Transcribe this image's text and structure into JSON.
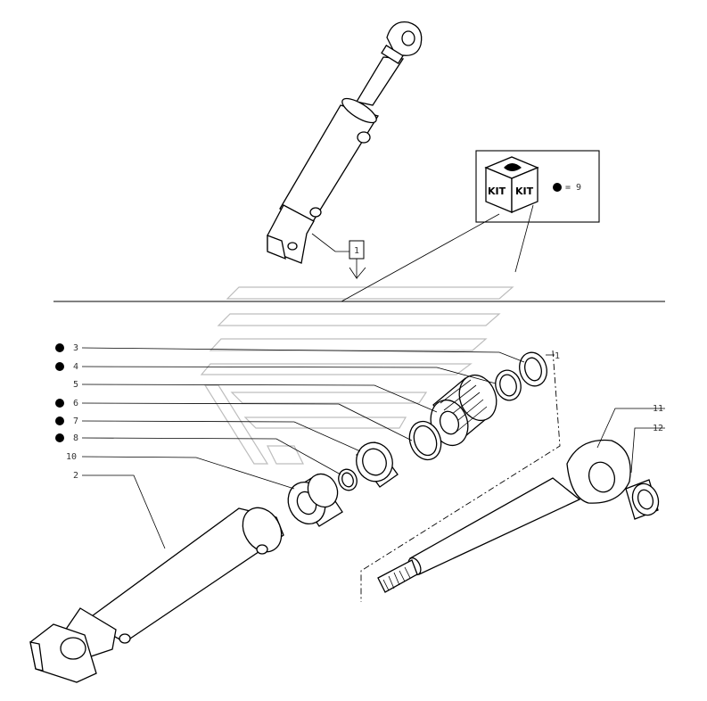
{
  "part_labels": {
    "p1": "1",
    "p2": "2",
    "p3": "3",
    "p4": "4",
    "p5": "5",
    "p6": "6",
    "p7": "7",
    "p8": "8",
    "p10": "10",
    "p11": "11",
    "p12": "12"
  },
  "kit": {
    "label_left": "KIT",
    "label_right": "KIT",
    "equals_text": "= 9"
  },
  "kit_marked_parts": [
    "3",
    "4",
    "6",
    "7",
    "8"
  ]
}
